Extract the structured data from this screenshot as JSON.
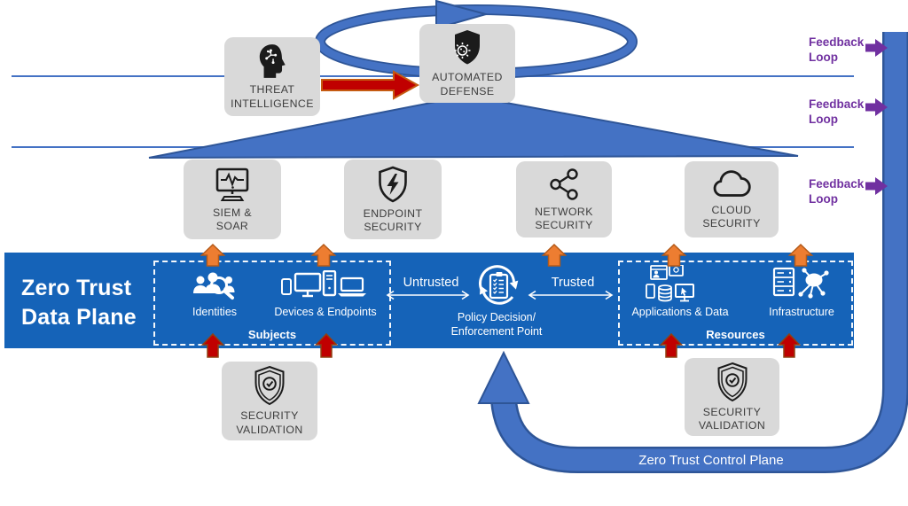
{
  "colors": {
    "data_plane_blue": "#1563B8",
    "flow_blue": "#4472C4",
    "flow_blue_dark": "#2E5597",
    "alert_red": "#C00000",
    "alert_red_border": "#8F4012",
    "big_arrow_border": "#C55A11",
    "signal_orange": "#ED7D31",
    "signal_orange_border": "#B45A19",
    "feedback_purple": "#7030A0",
    "box_gray": "#D9D9D9",
    "box_text": "#3D3D3D"
  },
  "boxes": {
    "threat_intelligence": {
      "label": "THREAT\nINTELLIGENCE",
      "icon": "threat-intelligence-head-circuit-icon"
    },
    "automated_defense": {
      "label": "AUTOMATED\nDEFENSE",
      "icon": "shield-virus-icon"
    },
    "siem_soar": {
      "label": "SIEM &\nSOAR",
      "icon": "monitor-pulse-icon"
    },
    "endpoint_security": {
      "label": "ENDPOINT\nSECURITY",
      "icon": "shield-bolt-icon"
    },
    "network_security": {
      "label": "NETWORK\nSECURITY",
      "icon": "share-nodes-icon"
    },
    "cloud_security": {
      "label": "CLOUD\nSECURITY",
      "icon": "cloud-icon"
    },
    "security_validation_left": {
      "label": "SECURITY\nVALIDATION",
      "icon": "shield-check-icon"
    },
    "security_validation_right": {
      "label": "SECURITY\nVALIDATION",
      "icon": "shield-check-icon"
    }
  },
  "data_plane": {
    "title": "Zero Trust\nData Plane",
    "subjects": {
      "group_label": "Subjects",
      "identities_label": "Identities",
      "devices_label": "Devices & Endpoints"
    },
    "policy": {
      "label": "Policy Decision/\nEnforcement Point",
      "untrusted_label": "Untrusted",
      "trusted_label": "Trusted"
    },
    "resources": {
      "group_label": "Resources",
      "applications_label": "Applications & Data",
      "infrastructure_label": "Infrastructure"
    }
  },
  "control_plane": {
    "label": "Zero Trust Control Plane"
  },
  "feedback_loops": [
    {
      "label": "Feedback\nLoop"
    },
    {
      "label": "Feedback\nLoop"
    },
    {
      "label": "Feedback\nLoop"
    }
  ]
}
